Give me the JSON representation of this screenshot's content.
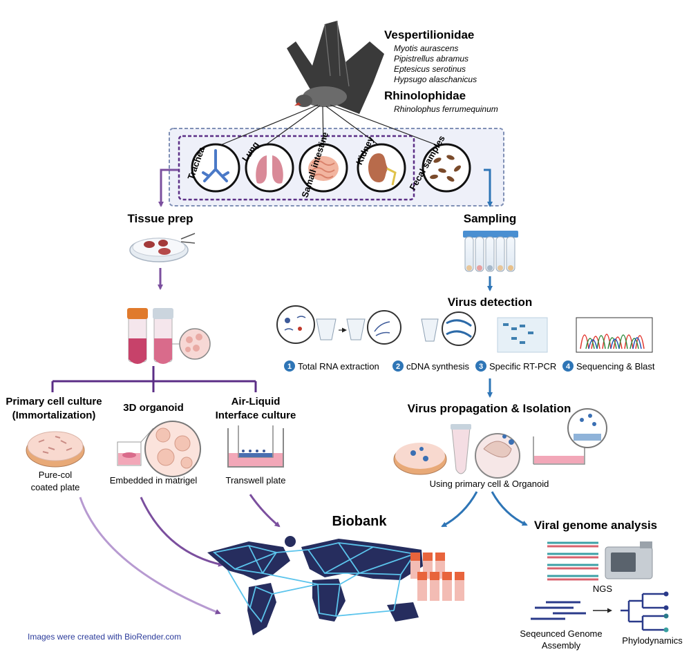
{
  "families": [
    {
      "name": "Vespertilionidae",
      "species": [
        "Myotis aurascens",
        "Pipistrellus abramus",
        "Eptesicus serotinus",
        "Hypsugo alaschanicus"
      ]
    },
    {
      "name": "Rhinolophidae",
      "species": [
        "Rhinolophus ferrumequinum"
      ]
    }
  ],
  "organs": [
    "Trachea",
    "Lung",
    "Samall intestine",
    "Kidney",
    "Fecal samples"
  ],
  "headings": {
    "tissue_prep": "Tissue prep",
    "sampling": "Sampling",
    "virus_detection": "Virus detection",
    "propagation": "Virus propagation & Isolation",
    "biobank": "Biobank",
    "genome": "Viral genome analysis"
  },
  "detection_steps": [
    {
      "num": "1",
      "label": "Total RNA extraction"
    },
    {
      "num": "2",
      "label": "cDNA synthesis"
    },
    {
      "num": "3",
      "label": "Specific RT-PCR"
    },
    {
      "num": "4",
      "label": "Sequencing & Blast"
    }
  ],
  "cultures": [
    {
      "title_1": "Primary cell culture",
      "title_2": "(Immortalization)",
      "sub_1": "Pure-col",
      "sub_2": "coated plate"
    },
    {
      "title_1": "3D organoid",
      "title_2": "",
      "sub_1": "Embedded in matrigel",
      "sub_2": ""
    },
    {
      "title_1": "Air-Liquid",
      "title_2": "Interface culture",
      "sub_1": "Transwell plate",
      "sub_2": ""
    }
  ],
  "propagation_caption": "Using primary cell & Organoid",
  "genome_labels": {
    "ngs": "NGS",
    "assembly_1": "Seqeunced Genome",
    "assembly_2": "Assembly",
    "phylo": "Phylodynamics"
  },
  "credit": "Images were created with BioRender.com",
  "colors": {
    "purple": "#7b4f9e",
    "blue": "#2e75b6",
    "navy_map": "#262d5e",
    "map_lines": "#5bc4ec"
  }
}
